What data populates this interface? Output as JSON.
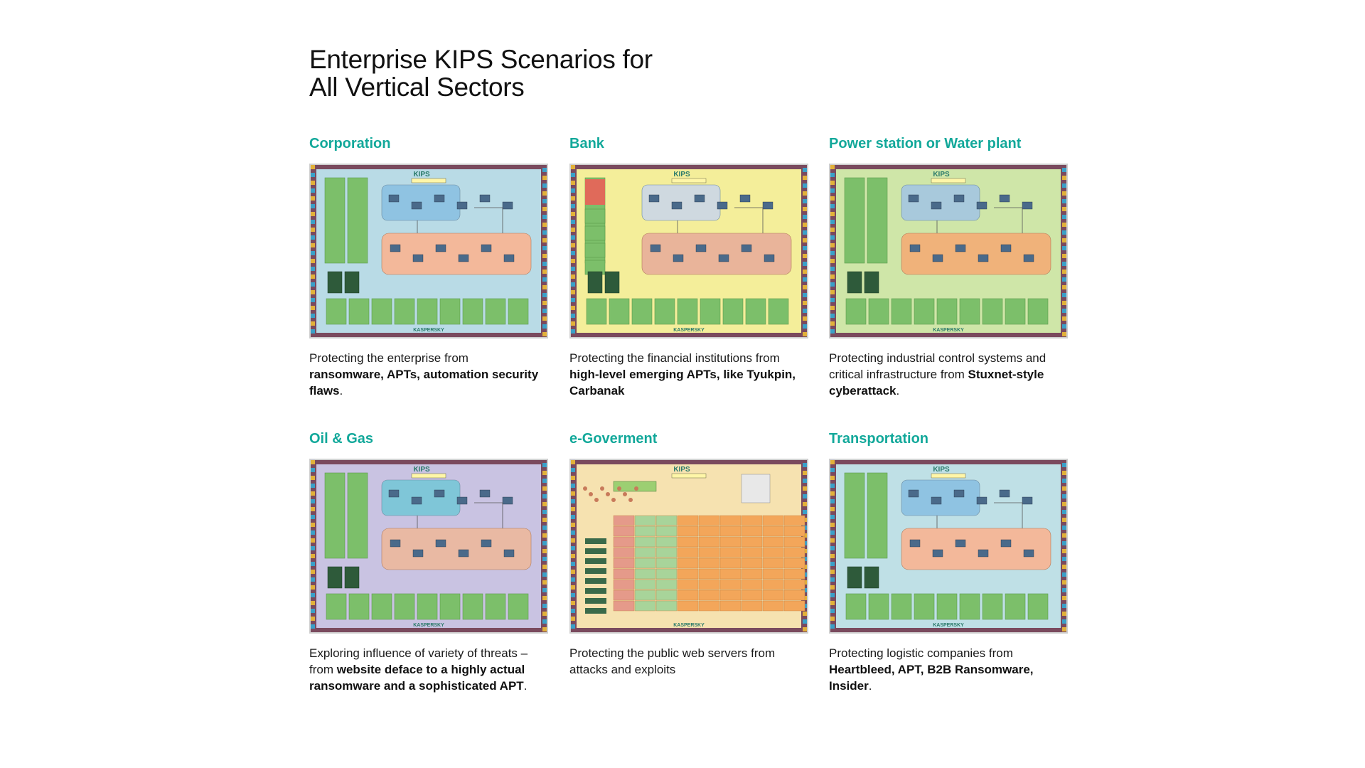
{
  "title": {
    "line1": "Enterprise KIPS Scenarios for",
    "line2": "All Vertical Sectors"
  },
  "thumbnail": {
    "header_label": "KIPS",
    "footer_label": "KASPERSKY"
  },
  "cards": [
    {
      "title": "Corporation",
      "theme": {
        "bg": "#b9dbe6",
        "panel": "#f3b89a",
        "panel2": "#8fc3e2"
      },
      "desc": [
        {
          "text": "Protecting the enterprise from ",
          "bold": false
        },
        {
          "text": "ransomware, APTs, automation security flaws",
          "bold": true
        },
        {
          "text": ".",
          "bold": false
        }
      ]
    },
    {
      "title": "Bank",
      "theme": {
        "bg": "#f4ee9a",
        "panel": "#e9b49a",
        "panel2": "#cfd9e0"
      },
      "desc": [
        {
          "text": "Protecting the financial institutions from ",
          "bold": false
        },
        {
          "text": "high-level emerging APTs, like Tyukpin, Carbanak",
          "bold": true
        }
      ]
    },
    {
      "title": "Power station or Water plant",
      "theme": {
        "bg": "#cfe6a8",
        "panel": "#f0b27a",
        "panel2": "#a8c9dc"
      },
      "desc": [
        {
          "text": "Protecting industrial control systems and critical infrastructure from ",
          "bold": false
        },
        {
          "text": "Stuxnet-style cyberattack",
          "bold": true
        },
        {
          "text": ".",
          "bold": false
        }
      ]
    },
    {
      "title": "Oil & Gas",
      "theme": {
        "bg": "#c9c3e2",
        "panel": "#e9b9a3",
        "panel2": "#7fc6d8"
      },
      "desc": [
        {
          "text": "Exploring influence of variety of threats – from ",
          "bold": false
        },
        {
          "text": "website deface to a highly actual ransomware and a sophisticated APT",
          "bold": true
        },
        {
          "text": ".",
          "bold": false
        }
      ]
    },
    {
      "title": "e-Goverment",
      "theme": {
        "bg": "#f6e2b0",
        "panel": "#f3a65a",
        "panel2": "#e59a8a"
      },
      "desc": [
        {
          "text": "Protecting the public web servers from attacks and exploits",
          "bold": false
        }
      ]
    },
    {
      "title": "Transportation",
      "theme": {
        "bg": "#bfe0e6",
        "panel": "#f3b89a",
        "panel2": "#8fc3e2"
      },
      "desc": [
        {
          "text": "Protecting logistic companies from ",
          "bold": false
        },
        {
          "text": "Heartbleed, APT, B2B Ransomware, Insider",
          "bold": true
        },
        {
          "text": ".",
          "bold": false
        }
      ]
    }
  ]
}
